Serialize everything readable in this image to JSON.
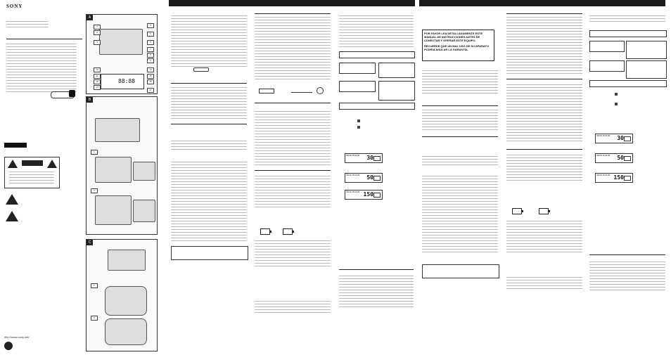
{
  "brand": "SONY",
  "url": "http://www.sony.net/",
  "warning_es_1": "POR FAVOR LEA DETALLADAMENTE ESTE MANUAL DE INSTRUCCIONES ANTES DE CONECTAR Y OPERAR ESTE EQUIPO.",
  "warning_es_2": "RECUERDE QUE UN MAL USO DE SU APARATO PODRÍA ANULAR LA GARANTÍA.",
  "panel_letters": [
    "A",
    "B",
    "C"
  ],
  "step_numbers": [
    "1",
    "2"
  ],
  "callout_numbers_top": [
    "1",
    "2",
    "3",
    "4",
    "5",
    "6",
    "7",
    "8",
    "9"
  ],
  "callout_numbers_lcd": [
    "10",
    "11",
    "12",
    "13",
    "14",
    "15",
    "16",
    "17"
  ],
  "lcd_values_left": [
    "30",
    "50",
    "150"
  ],
  "lcd_values_right": [
    "30",
    "50",
    "150"
  ],
  "lcd_label": "INFOLITHIUM",
  "colors": {
    "bar": "#1a1a1a",
    "ink": "#111111"
  }
}
